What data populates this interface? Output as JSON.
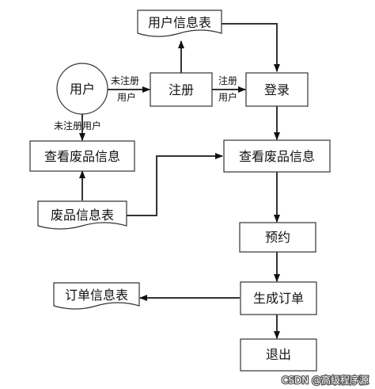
{
  "nodes": {
    "user": "用户",
    "user_info_table": "用户信息表",
    "register": "注册",
    "login": "登录",
    "view_waste_left": "查看废品信息",
    "view_waste_right": "查看废品信息",
    "waste_info_table": "废品信息表",
    "reserve": "预约",
    "order_info_table": "订单信息表",
    "create_order": "生成订单",
    "logout": "退出"
  },
  "edge_labels": {
    "user_to_register_line1": "未注册",
    "user_to_register_line2": "用户",
    "register_to_login_line1": "注册",
    "register_to_login_line2": "用户",
    "user_to_view_left": "未注册用户"
  },
  "watermark": "CSDN @高级程序源",
  "colors": {
    "stroke": "#333333",
    "text": "#111111",
    "background": "#ffffff"
  }
}
